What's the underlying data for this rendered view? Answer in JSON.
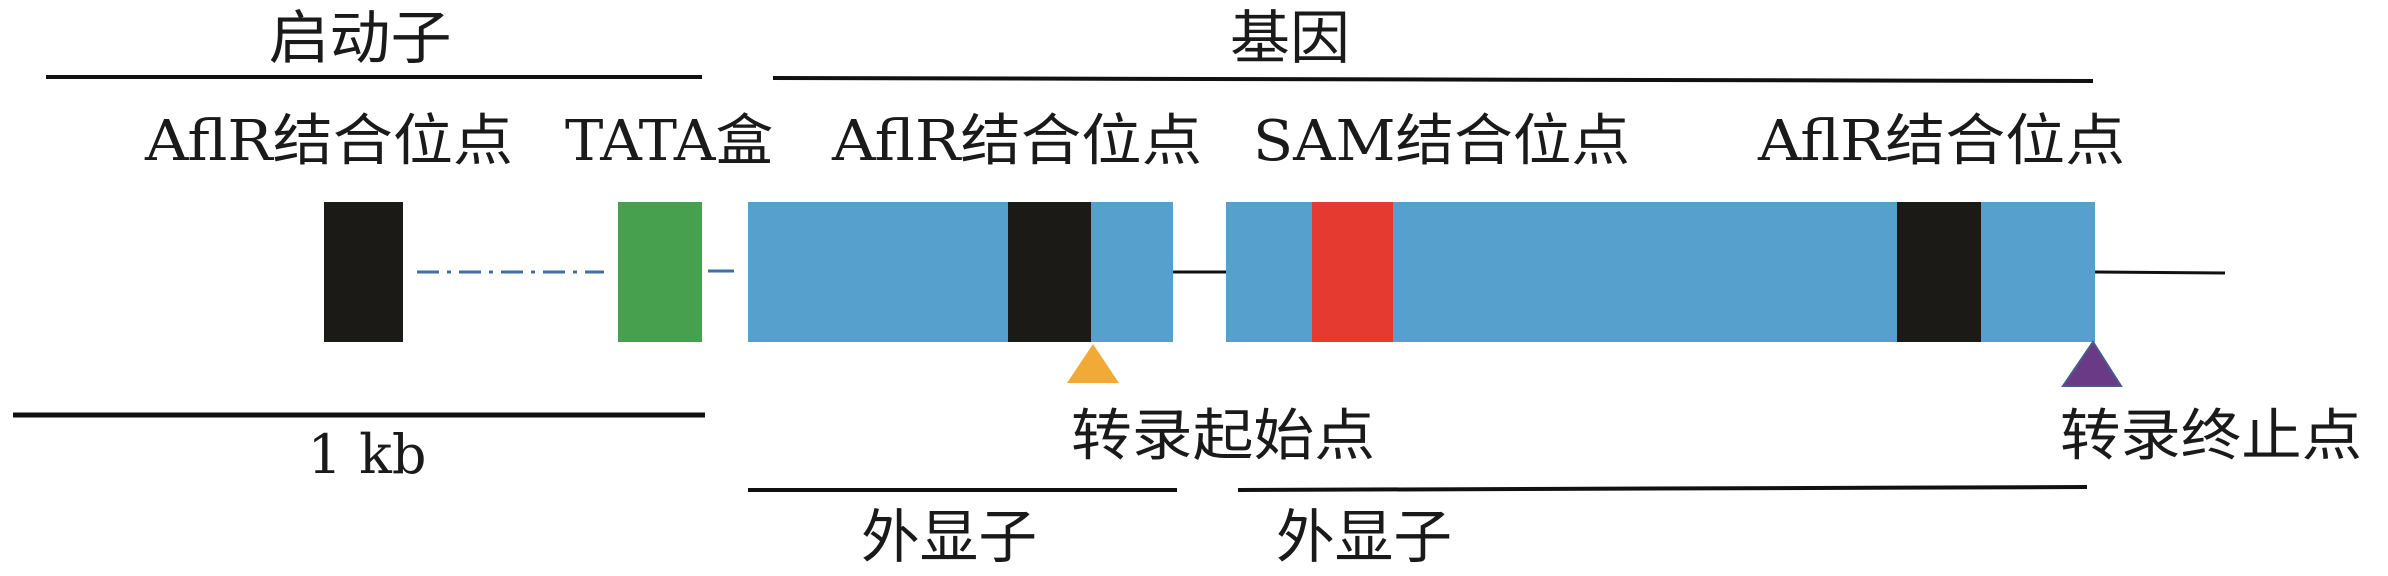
{
  "labels": {
    "promoter": "启动子",
    "gene": "基因",
    "aflr_site_1": "AflR结合位点",
    "tata_box": "TATA盒",
    "aflr_site_2": "AflR结合位点",
    "sam_site": "SAM结合位点",
    "aflr_site_3": "AflR结合位点",
    "tss": "转录起始点",
    "tts": "转录终止点",
    "scale": "1 kb",
    "exon_1": "外显子",
    "exon_2": "外显子"
  },
  "colors": {
    "exon": "#55a0cc",
    "aflr_site": "#1c1a17",
    "tata_box": "#47a04d",
    "sam_site": "#e43a2f",
    "tss_marker": "#f0aa35",
    "tts_marker": "#6b3a86",
    "promoter_dash": "#3f6fa6"
  }
}
